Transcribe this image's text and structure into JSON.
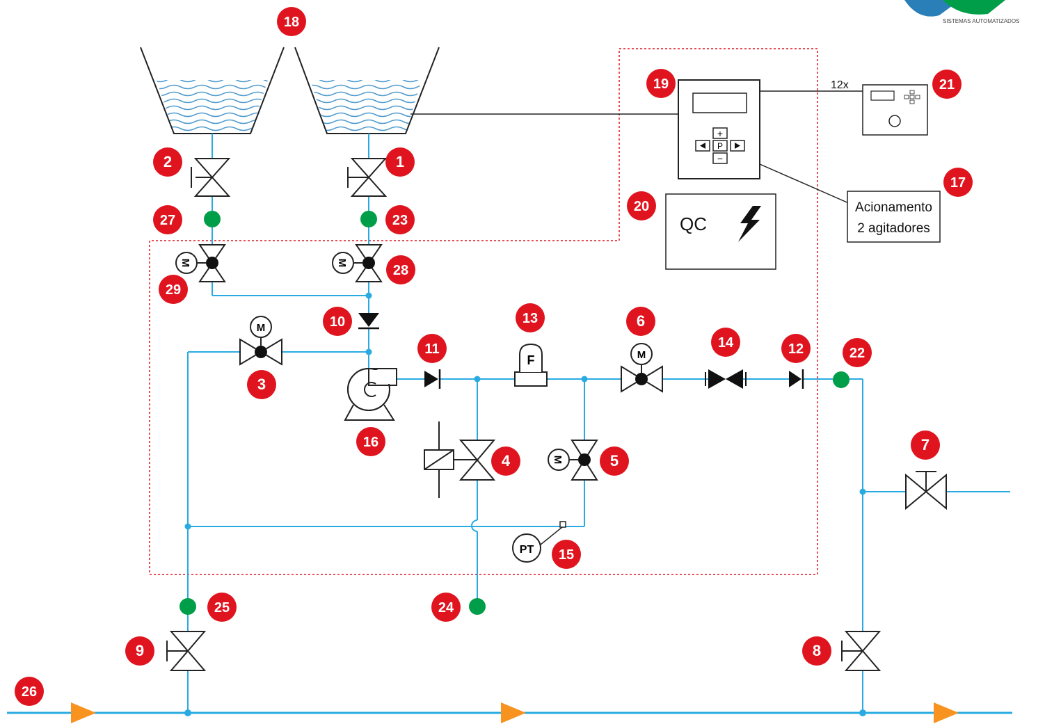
{
  "logo": {
    "text": "SISTEMAS AUTOMATIZADOS"
  },
  "colors": {
    "pipe": "#29abe2",
    "badge": "#e0141e",
    "node": "#009e49",
    "flow": "#f7931e",
    "panel_border": "#e0141e"
  },
  "controller": {
    "qty": "12x"
  },
  "panel": {
    "qc_label": "QC",
    "power_icon": "lightning-bolt-icon"
  },
  "drive_box": {
    "line1": "Acionamento",
    "line2": "2 agitadores"
  },
  "symbols": {
    "motor": "M",
    "flow_meter": "F",
    "pressure": "PT",
    "plus": "+",
    "minus": "−",
    "p_key": "P"
  },
  "callouts": [
    "1",
    "2",
    "3",
    "4",
    "5",
    "6",
    "7",
    "8",
    "9",
    "10",
    "11",
    "12",
    "13",
    "14",
    "15",
    "16",
    "17",
    "18",
    "19",
    "20",
    "21",
    "22",
    "23",
    "24",
    "25",
    "26",
    "27",
    "28",
    "29"
  ]
}
